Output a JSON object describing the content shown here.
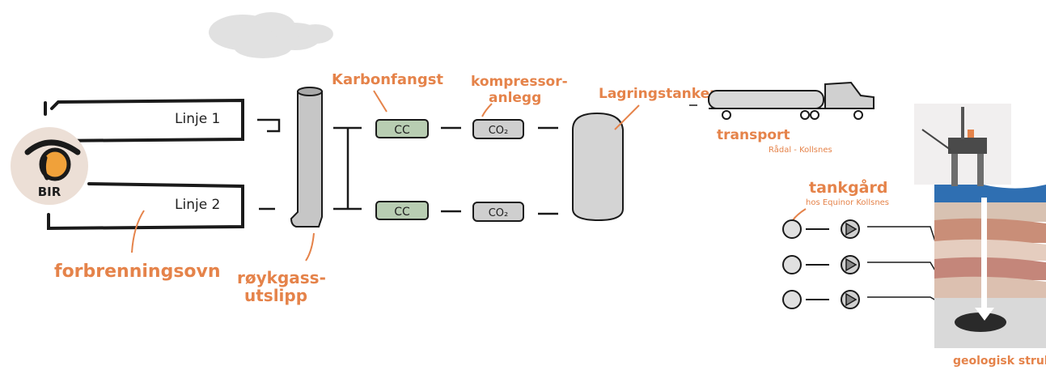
{
  "logo": {
    "text": "BIR"
  },
  "furnace_lines": [
    {
      "label": "Linje 1"
    },
    {
      "label": "Linje 2"
    }
  ],
  "units": {
    "cc_label": "CC",
    "co2_label": "CO₂"
  },
  "annotations": {
    "furnace": "forbrenningsovn",
    "flue_gas_1": "røykgass-",
    "flue_gas_2": "utslipp",
    "carbon_capture": "Karbonfangst",
    "compressor_1": "kompressor-",
    "compressor_2": "anlegg",
    "storage_tanks": "Lagringstanker",
    "transport": "transport",
    "route": "Rådal - Kollsnes",
    "tank_farm": "tankgård",
    "tank_farm_location": "hos Equinor Kollsnes",
    "geology": "geologisk struktur"
  },
  "colors": {
    "accent": "#e5834a",
    "unit_green": "#b8cdb2",
    "unit_gray": "#cfcfcf",
    "chimney": "#c6c6c6",
    "tank": "#d4d4d4",
    "sea": "#2f6fb2",
    "logo_bg": "#ecdfd6",
    "logo_orange": "#f0a13a"
  }
}
